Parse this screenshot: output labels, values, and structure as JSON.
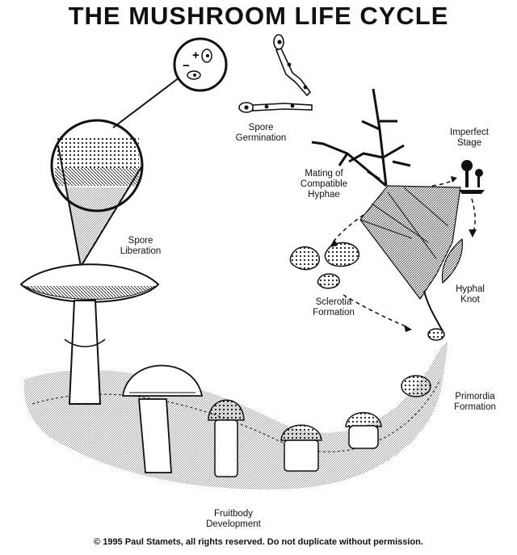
{
  "title": "THE MUSHROOM LIFE CYCLE",
  "stages": {
    "spore_germination": [
      "Spore",
      "Germination"
    ],
    "mating": [
      "Mating of",
      "Compatible",
      "Hyphae"
    ],
    "imperfect": [
      "Imperfect",
      "Stage"
    ],
    "spore_liberation": [
      "Spore",
      "Liberation"
    ],
    "sclerotia": [
      "Sclerotia",
      "Formation"
    ],
    "hyphal_knot": [
      "Hyphal",
      "Knot"
    ],
    "primordia": [
      "Primordia",
      "Formation"
    ],
    "fruitbody": [
      "Fruitbody",
      "Development"
    ]
  },
  "spore_signs": {
    "plus": "+",
    "minus": "−"
  },
  "copyright": "© 1995 Paul Stamets, all rights reserved. Do not duplicate without permission."
}
